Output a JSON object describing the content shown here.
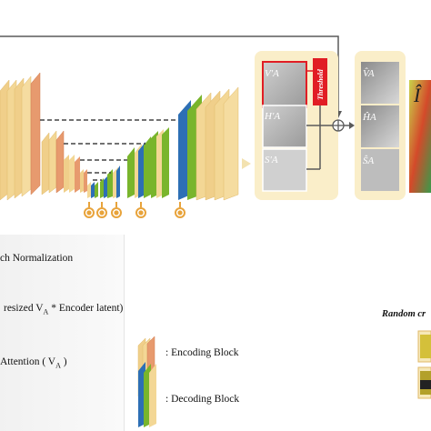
{
  "legend": {
    "batch_norm": "ch Normalization",
    "resized_prefix": "resized V",
    "resized_sub": "A",
    "resized_suffix": " * Encoder latent)",
    "attention_prefix": "Attention ( V",
    "attention_sub": "A",
    "attention_suffix": " )",
    "encoding_label": ": Encoding  Block",
    "decoding_label": ": Decoding  Block"
  },
  "labels": {
    "threshold": "Threshold",
    "v_a": "V′A",
    "h_a": "H′A",
    "s_a": "S′A",
    "v_hat": "V̂A",
    "h_hat": "ĤA",
    "s_hat": "ŜA",
    "i_hat": "Î",
    "random_crop": "Random cr"
  },
  "colors": {
    "encoder": "#f0cf8a",
    "encoder_accent": "#e79a6e",
    "decoder_green": "#79b52c",
    "decoder_blue": "#2d6fb5",
    "panel": "#faeec9",
    "threshold_red": "#e11d24",
    "connector_orange": "#e8a33b"
  }
}
